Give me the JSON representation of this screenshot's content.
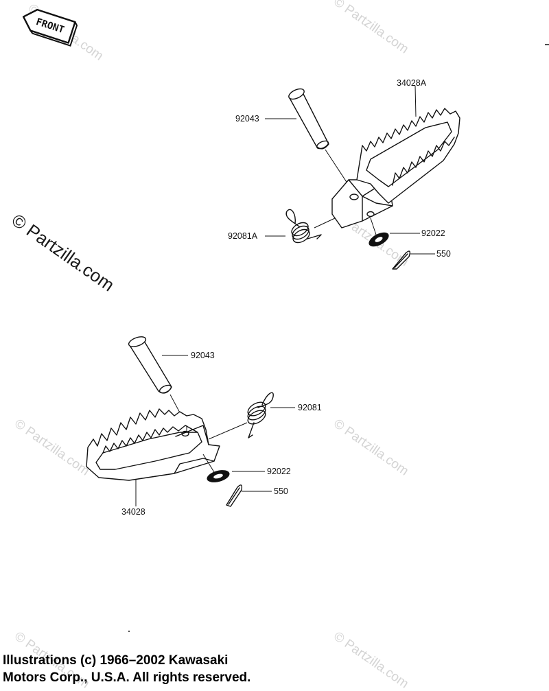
{
  "front_arrow_label": "FRONT",
  "watermark_text": "© Partzilla.com",
  "parts": {
    "upper": [
      {
        "id": "upper-peg-34028a",
        "number": "34028A"
      },
      {
        "id": "upper-pin-92043",
        "number": "92043"
      },
      {
        "id": "upper-spring-92081a",
        "number": "92081A"
      },
      {
        "id": "upper-washer-92022",
        "number": "92022"
      },
      {
        "id": "upper-cotter-550",
        "number": "550"
      }
    ],
    "lower": [
      {
        "id": "lower-pin-92043",
        "number": "92043"
      },
      {
        "id": "lower-spring-92081",
        "number": "92081"
      },
      {
        "id": "lower-washer-92022",
        "number": "92022"
      },
      {
        "id": "lower-cotter-550",
        "number": "550"
      },
      {
        "id": "lower-peg-34028",
        "number": "34028"
      }
    ]
  },
  "copyright": {
    "line1": "Illustrations (c) 1966–2002 Kawasaki",
    "line2": "Motors Corp., U.S.A.  All rights reserved."
  },
  "colors": {
    "ink": "#111111",
    "watermark": "#d4d4d4",
    "background": "#ffffff"
  }
}
